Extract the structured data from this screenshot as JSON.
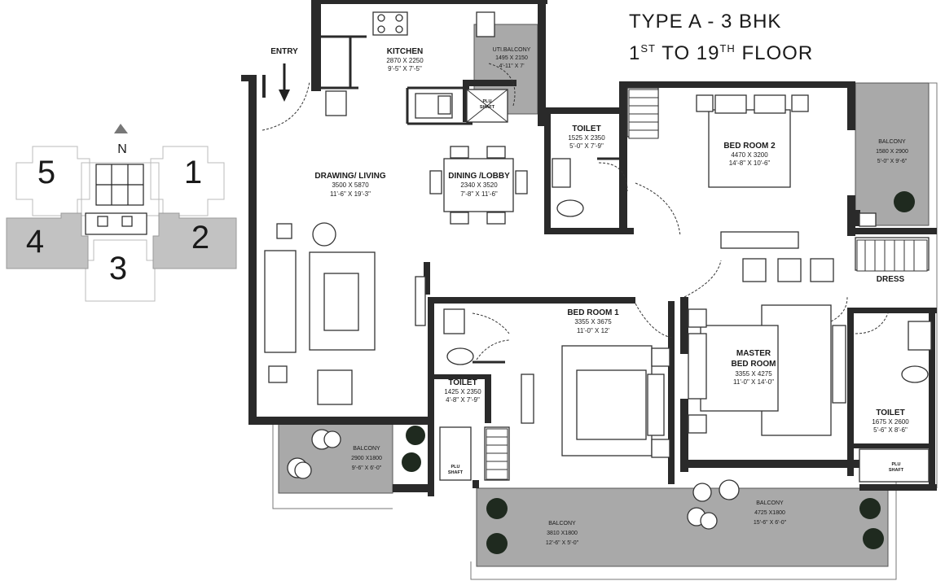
{
  "title": {
    "line1": "TYPE A - 3 BHK",
    "line2_prefix": "1",
    "line2_sup1": "ST",
    "line2_mid": " TO 19",
    "line2_sup2": "TH",
    "line2_suffix": " FLOOR"
  },
  "key_plan": {
    "north_label": "N",
    "wings": [
      "5",
      "1",
      "4",
      "2",
      "3"
    ]
  },
  "entry_label": "ENTRY",
  "rooms": {
    "kitchen": {
      "name": "KITCHEN",
      "dim_mm": "2870 X 2250",
      "dim_ft": "9'-5\" X 7'-5\""
    },
    "uti_balcony": {
      "name": "UTI.BALCONY",
      "dim_mm": "1495 X 2150",
      "dim_ft": "4'-11\" X 7'"
    },
    "plu_shaft_1": {
      "line1": "PLU",
      "line2": "SHAFT"
    },
    "toilet_1": {
      "name": "TOILET",
      "dim_mm": "1525 X 2350",
      "dim_ft": "5'-0\" X 7'-9\""
    },
    "bedroom_2": {
      "name": "BED ROOM 2",
      "dim_mm": "4470 X 3200",
      "dim_ft": "14'-8\" X 10'-6\""
    },
    "balcony_br2": {
      "name": "BALCONY",
      "dim_mm": "1580 X 2900",
      "dim_ft": "5'-0\" X 9'-6\""
    },
    "drawing_living": {
      "name": "DRAWING/ LIVING",
      "dim_mm": "3500 X 5870",
      "dim_ft": "11'-6\" X 19'-3\""
    },
    "dining_lobby": {
      "name": "DINING /LOBBY",
      "dim_mm": "2340 X 3520",
      "dim_ft": "7'-8\" X 11'-6\""
    },
    "dress": {
      "name": "DRESS"
    },
    "bedroom_1": {
      "name": "BED ROOM 1",
      "dim_mm": "3355 X 3675",
      "dim_ft": "11'-0\" X 12'"
    },
    "master_bedroom": {
      "name1": "MASTER",
      "name2": "BED ROOM",
      "dim_mm": "3355 X 4275",
      "dim_ft": "11'-0\" X 14'-0\""
    },
    "toilet_2": {
      "name": "TOILET",
      "dim_mm": "1425 X 2350",
      "dim_ft": "4'-8\" X 7'-9\""
    },
    "toilet_3": {
      "name": "TOILET",
      "dim_mm": "1675 X 2600",
      "dim_ft": "5'-6\" X 8'-6\""
    },
    "balcony_living": {
      "name": "BALCONY",
      "dim_mm": "2900 X1800",
      "dim_ft": "9'-6\" X 6'-0\""
    },
    "balcony_br1": {
      "name": "BALCONY",
      "dim_mm": "3810 X1800",
      "dim_ft": "12'-6\" X 5'-0\""
    },
    "balcony_master": {
      "name": "BALCONY",
      "dim_mm": "4725 X1800",
      "dim_ft": "15'-6\" X 6'-0\""
    },
    "plu_shaft_2": {
      "line1": "PLU",
      "line2": "SHAFT"
    },
    "plu_shaft_3": {
      "line1": "PLU",
      "line2": "SHAFT"
    }
  },
  "colors": {
    "wall": "#2a2a2a",
    "balcony_fill": "#a9a9a9",
    "key_highlight": "#b5b5b5"
  }
}
